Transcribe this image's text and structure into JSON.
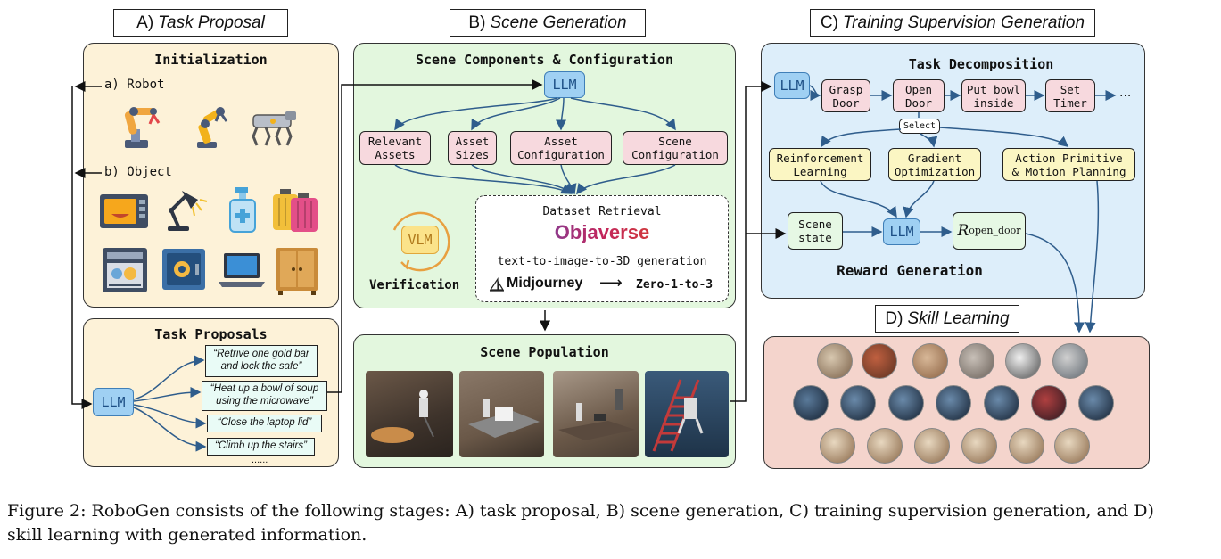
{
  "sections": {
    "a": {
      "letter": "A)",
      "name": "Task Proposal"
    },
    "b": {
      "letter": "B)",
      "name": "Scene Generation"
    },
    "c": {
      "letter": "C)",
      "name": "Training Supervision Generation"
    },
    "d": {
      "letter": "D)",
      "name": "Skill Learning"
    }
  },
  "initialization": {
    "title": "Initialization",
    "robot_label": "a) Robot",
    "object_label": "b) Object",
    "robot_icons": [
      "robot-arm-icon",
      "industrial-arm-icon",
      "quadruped-robot-icon"
    ],
    "object_icons": [
      "microwave-icon",
      "desk-lamp-icon",
      "dispenser-icon",
      "suitcase-icon",
      "dishwasher-icon",
      "safe-icon",
      "laptop-icon",
      "cabinet-icon"
    ]
  },
  "task_proposals": {
    "title": "Task Proposals",
    "llm": "LLM",
    "items": [
      "“Retrive one gold bar\nand lock the safe”",
      "“Heat up a bowl of soup\nusing the microwave”",
      "“Close the laptop lid”",
      "“Climb up the stairs”"
    ],
    "ellipsis": "......"
  },
  "scene_components": {
    "title": "Scene Components & Configuration",
    "llm": "LLM",
    "nodes": [
      "Relevant\nAssets",
      "Asset\nSizes",
      "Asset\nConfiguration",
      "Scene\nConfiguration"
    ],
    "vlm": "VLM",
    "verification": "Verification",
    "retrieval_title": "Dataset Retrieval",
    "objaverse": "Objaverse",
    "t2i3d": "text-to-image-to-3D generation",
    "midjourney": "Midjourney",
    "arrow": "⟶",
    "zero123": "Zero-1-to-3"
  },
  "scene_population": {
    "title": "Scene Population"
  },
  "task_decomposition": {
    "title": "Task Decomposition",
    "llm": "LLM",
    "steps": [
      "Grasp\nDoor",
      "Open\nDoor",
      "Put bowl\ninside",
      "Set\nTimer"
    ],
    "ellipsis": "···",
    "select": "Select",
    "methods": [
      "Reinforcement\nLearning",
      "Gradient\nOptimization",
      "Action Primitive\n& Motion Planning"
    ],
    "scene_state": "Scene\nstate",
    "llm2": "LLM",
    "reward_symbol": "R",
    "reward_sub": "open_door",
    "reward_generation": "Reward Generation"
  },
  "caption": {
    "line1": "Figure 2: RoboGen consists of the following stages: A) task proposal, B) scene generation, C) training supervision generation, and D)",
    "line2": "skill learning with generated information."
  }
}
